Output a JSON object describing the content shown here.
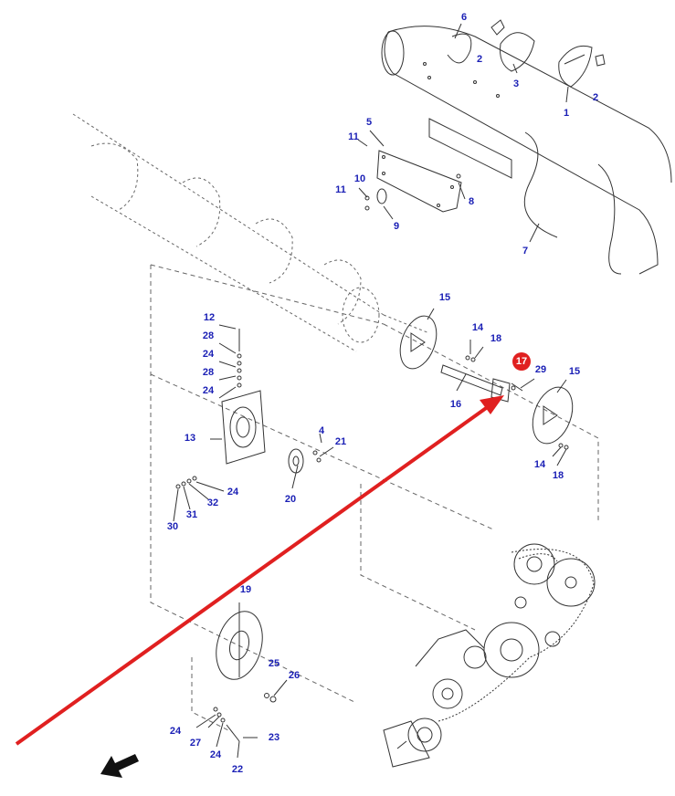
{
  "diagram": {
    "highlighted_part": "17",
    "colors": {
      "label": "#1a1fb5",
      "highlight": "#e02020",
      "arrow": "#e02020",
      "line": "#222222",
      "dashed": "#555555"
    },
    "labels": [
      {
        "id": "l6",
        "text": "6"
      },
      {
        "id": "l2a",
        "text": "2"
      },
      {
        "id": "l3",
        "text": "3"
      },
      {
        "id": "l1",
        "text": "1"
      },
      {
        "id": "l2b",
        "text": "2"
      },
      {
        "id": "l5",
        "text": "5"
      },
      {
        "id": "l11a",
        "text": "11"
      },
      {
        "id": "l10",
        "text": "10"
      },
      {
        "id": "l11b",
        "text": "11"
      },
      {
        "id": "l9",
        "text": "9"
      },
      {
        "id": "l8",
        "text": "8"
      },
      {
        "id": "l7",
        "text": "7"
      },
      {
        "id": "l15a",
        "text": "15"
      },
      {
        "id": "l14a",
        "text": "14"
      },
      {
        "id": "l18a",
        "text": "18"
      },
      {
        "id": "l29",
        "text": "29"
      },
      {
        "id": "l15b",
        "text": "15"
      },
      {
        "id": "l16",
        "text": "16"
      },
      {
        "id": "l14b",
        "text": "14"
      },
      {
        "id": "l18b",
        "text": "18"
      },
      {
        "id": "l12",
        "text": "12"
      },
      {
        "id": "l28a",
        "text": "28"
      },
      {
        "id": "l24a",
        "text": "24"
      },
      {
        "id": "l28b",
        "text": "28"
      },
      {
        "id": "l24b",
        "text": "24"
      },
      {
        "id": "l13",
        "text": "13"
      },
      {
        "id": "l4",
        "text": "4"
      },
      {
        "id": "l21",
        "text": "21"
      },
      {
        "id": "l20",
        "text": "20"
      },
      {
        "id": "l24c",
        "text": "24"
      },
      {
        "id": "l32",
        "text": "32"
      },
      {
        "id": "l31",
        "text": "31"
      },
      {
        "id": "l30",
        "text": "30"
      },
      {
        "id": "l19",
        "text": "19"
      },
      {
        "id": "l25",
        "text": "25"
      },
      {
        "id": "l26",
        "text": "26"
      },
      {
        "id": "l24d",
        "text": "24"
      },
      {
        "id": "l27",
        "text": "27"
      },
      {
        "id": "l24e",
        "text": "24"
      },
      {
        "id": "l23",
        "text": "23"
      },
      {
        "id": "l22",
        "text": "22"
      }
    ]
  }
}
